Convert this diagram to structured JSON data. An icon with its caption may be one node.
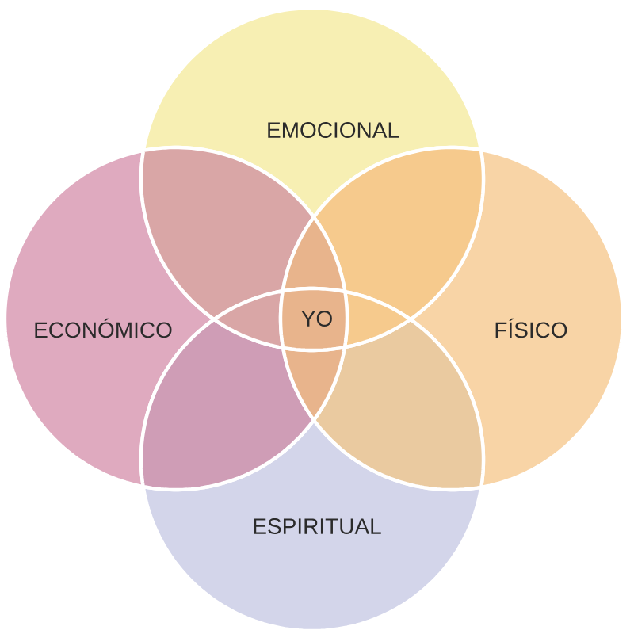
{
  "diagram": {
    "nodes": [
      {
        "text": [
          "EMOCIONAL"
        ]
      },
      {
        "text": [
          "ECONÓMICO"
        ]
      },
      {
        "text": [
          "FÍSICO"
        ]
      },
      {
        "text": [
          "ESPIRITUAL"
        ]
      }
    ],
    "labels": [
      "YO"
    ]
  }
}
